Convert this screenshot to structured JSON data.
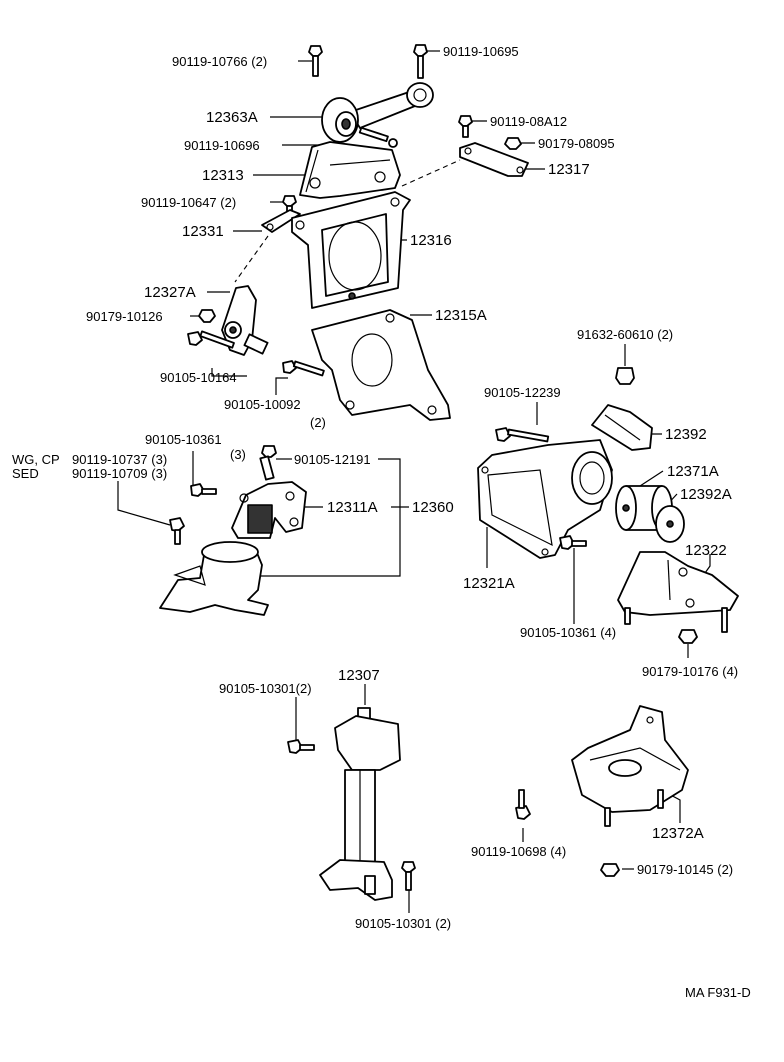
{
  "labels": {
    "bolt_90119_10766": "90119-10766 (2)",
    "bolt_90119_10695": "90119-10695",
    "part_12363a": "12363A",
    "bolt_90119_10696": "90119-10696",
    "bolt_90119_08a12": "90119-08A12",
    "nut_90179_08095": "90179-08095",
    "part_12313": "12313",
    "part_12317": "12317",
    "bolt_90119_10647": "90119-10647 (2)",
    "part_12331": "12331",
    "part_12316": "12316",
    "part_12327a": "12327A",
    "nut_90179_10126": "90179-10126",
    "part_12315a": "12315A",
    "bolt_90105_10164": "90105-10164",
    "bolt_90105_10092": "90105-10092",
    "bolt_90105_10092_qty": "(2)",
    "nut_91632_60610": "91632-60610 (2)",
    "bolt_90105_12239": "90105-12239",
    "part_12392": "12392",
    "bolt_90105_10361_top": "90105-10361",
    "bolt_90105_10361_top_qty": "(3)",
    "variant_wg_cp": "WG, CP",
    "bolt_90119_10737": "90119-10737 (3)",
    "variant_sed": "SED",
    "bolt_90119_10709": "90119-10709 (3)",
    "bolt_90105_12191": "90105-12191",
    "part_12371a": "12371A",
    "part_12392a": "12392A",
    "part_12311a": "12311A",
    "part_12360": "12360",
    "part_12322": "12322",
    "part_12321a": "12321A",
    "bolt_90105_10361_bottom": "90105-10361 (4)",
    "nut_90179_10176": "90179-10176 (4)",
    "part_12307": "12307",
    "bolt_90105_10301_left": "90105-10301(2)",
    "part_12372a": "12372A",
    "bolt_90119_10698": "90119-10698 (4)",
    "nut_90179_10145": "90179-10145 (2)",
    "bolt_90105_10301_bottom": "90105-10301 (2)",
    "figure_code": "MA F931-D"
  }
}
